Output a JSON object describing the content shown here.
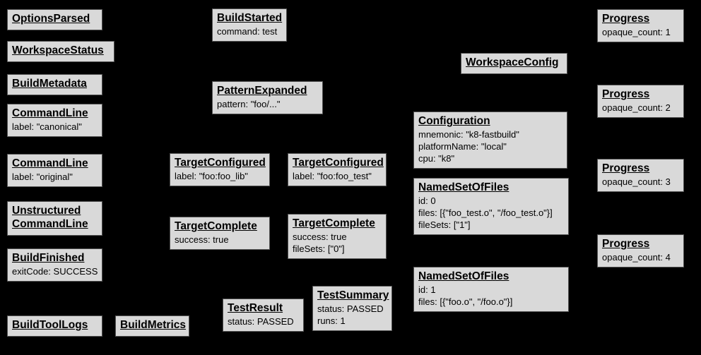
{
  "colors": {
    "background": "#000000",
    "node_fill": "#d9d9d9",
    "node_border": "#545454",
    "node_text": "#000000"
  },
  "nodes": {
    "options_parsed": {
      "title": "OptionsParsed",
      "lines": []
    },
    "workspace_status": {
      "title": "WorkspaceStatus",
      "lines": []
    },
    "build_metadata": {
      "title": "BuildMetadata",
      "lines": []
    },
    "command_line_canonical": {
      "title": "CommandLine",
      "lines": [
        "label: \"canonical\""
      ]
    },
    "command_line_original": {
      "title": "CommandLine",
      "lines": [
        "label: \"original\""
      ]
    },
    "unstructured_command_line": {
      "title": "Unstructured\nCommandLine",
      "lines": []
    },
    "build_finished": {
      "title": "BuildFinished",
      "lines": [
        "exitCode: SUCCESS"
      ]
    },
    "build_tool_logs": {
      "title": "BuildToolLogs",
      "lines": []
    },
    "build_metrics": {
      "title": "BuildMetrics",
      "lines": []
    },
    "build_started": {
      "title": "BuildStarted",
      "lines": [
        "command: test"
      ]
    },
    "pattern_expanded": {
      "title": "PatternExpanded",
      "lines": [
        "pattern: \"foo/...\""
      ]
    },
    "target_configured_lib": {
      "title": "TargetConfigured",
      "lines": [
        "label: \"foo:foo_lib\""
      ]
    },
    "target_configured_test": {
      "title": "TargetConfigured",
      "lines": [
        "label: \"foo:foo_test\""
      ]
    },
    "target_complete_lib": {
      "title": "TargetComplete",
      "lines": [
        "success: true"
      ]
    },
    "target_complete_test": {
      "title": "TargetComplete",
      "lines": [
        "success: true",
        "fileSets: [\"0\"]"
      ]
    },
    "test_result": {
      "title": "TestResult",
      "lines": [
        "status: PASSED"
      ]
    },
    "test_summary": {
      "title": "TestSummary",
      "lines": [
        "status: PASSED",
        "runs: 1"
      ]
    },
    "workspace_config": {
      "title": "WorkspaceConfig",
      "lines": []
    },
    "configuration": {
      "title": "Configuration",
      "lines": [
        "mnemonic: \"k8-fastbuild\"",
        "platformName: \"local\"",
        "cpu: \"k8\""
      ]
    },
    "named_set_of_files_0": {
      "title": "NamedSetOfFiles",
      "lines": [
        "id: 0",
        "files: [{\"foo_test.o\", \"/foo_test.o\"}]",
        "fileSets: [\"1\"]"
      ]
    },
    "named_set_of_files_1": {
      "title": "NamedSetOfFiles",
      "lines": [
        "id: 1",
        "files: [{\"foo.o\", \"/foo.o\"}]"
      ]
    },
    "progress_1": {
      "title": "Progress",
      "lines": [
        "opaque_count: 1"
      ]
    },
    "progress_2": {
      "title": "Progress",
      "lines": [
        "opaque_count: 2"
      ]
    },
    "progress_3": {
      "title": "Progress",
      "lines": [
        "opaque_count: 3"
      ]
    },
    "progress_4": {
      "title": "Progress",
      "lines": [
        "opaque_count: 4"
      ]
    }
  }
}
